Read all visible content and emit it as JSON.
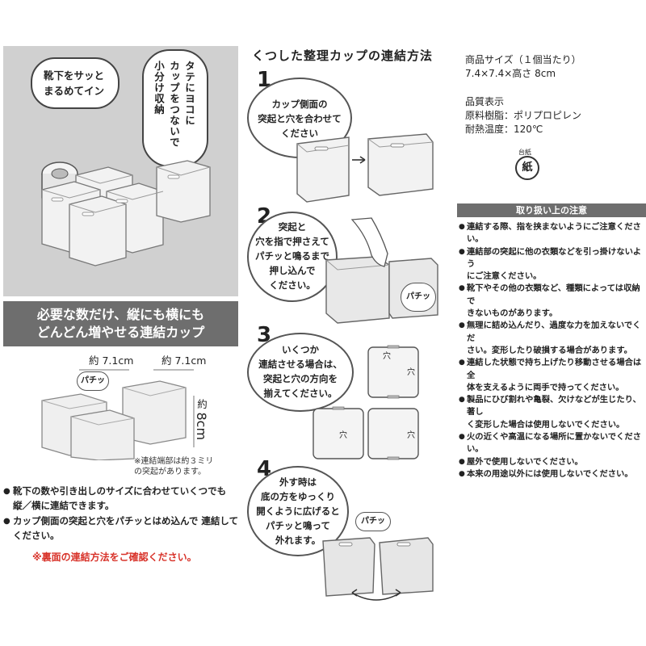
{
  "hero": {
    "bubble_left": [
      "靴下をサッと",
      "まるめてイン"
    ],
    "bubble_vertical": [
      "タテにヨコに",
      "カップをつないで",
      "小分け収納"
    ]
  },
  "banner": {
    "lines": [
      "必要な数だけ、縦にも横にも",
      "どんどん増やせる連結カップ"
    ]
  },
  "dimensions": {
    "width_a": "約 7.1cm",
    "width_b": "約 7.1cm",
    "height_prefix": "約",
    "height_value": "8cm",
    "click_label": "パチッ",
    "footnote": [
      "※連結端部は約３ミリ",
      "の突起があります。"
    ]
  },
  "left_bullets": [
    [
      "靴下の数や引き出しのサイズに合わせていくつでも",
      "縦／横に連結できます。"
    ],
    [
      "カップ側面の突起と穴をパチッとはめ込んで 連結して",
      "ください。"
    ]
  ],
  "left_red_note": "※裏面の連結方法をご確認ください。",
  "how_to": {
    "title": "くつした整理カップの連結方法",
    "steps": [
      {
        "num": "1",
        "lines": [
          "カップ側面の",
          "突起と穴を合わせて",
          "ください"
        ]
      },
      {
        "num": "2",
        "lines": [
          "突起と",
          "穴を指で押さえて",
          "パチッと鳴るまで",
          "押し込んで",
          "ください。"
        ],
        "click_label": "パチッ"
      },
      {
        "num": "3",
        "lines": [
          "いくつか",
          "連結させる場合は、",
          "突起と穴の方向を",
          "揃えてください。"
        ],
        "hole_label": "穴"
      },
      {
        "num": "4",
        "lines": [
          "外す時は",
          "底の方をゆっくり",
          "開くように広げると",
          "パチッと鳴って",
          "外れます。"
        ],
        "click_label": "パチッ"
      }
    ]
  },
  "spec": {
    "size_label": "商品サイズ（１個当たり）",
    "size_value": "7.4×7.4×高さ 8cm",
    "quality_label": "品質表示",
    "material": "原料樹脂：ポリプロピレン",
    "heat": "耐熱温度：120℃",
    "recycle_caption": "台紙",
    "recycle_mark": "紙"
  },
  "care": {
    "title": "取り扱い上の注意",
    "items": [
      [
        "連結する際、指を挟まないようにご注意ください。"
      ],
      [
        "連結部の突起に他の衣類などを引っ掛けないよう",
        "にご注意ください。"
      ],
      [
        "靴下やその他の衣類など、種類によっては収納で",
        "きないものがあります。"
      ],
      [
        "無理に詰め込んだり、過度な力を加えないでくだ",
        "さい。変形したり破損する場合があります。"
      ],
      [
        "連結した状態で持ち上げたり移動させる場合は全",
        "体を支えるように両手で持ってください。"
      ],
      [
        "製品にひび割れや亀裂、欠けなどが生じたり、著し",
        "く変形した場合は使用しないでください。"
      ],
      [
        "火の近くや高温になる場所に置かないでください。"
      ],
      [
        "屋外で使用しないでください。"
      ],
      [
        "本来の用途以外には使用しないでください。"
      ]
    ]
  }
}
